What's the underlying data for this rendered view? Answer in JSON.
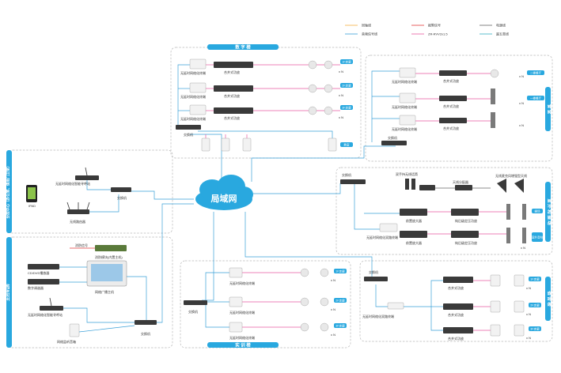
{
  "legend": {
    "items": [
      {
        "label": "同轴线",
        "color": "#f5b041"
      },
      {
        "label": "音频信号线",
        "color": "#3aa0d8"
      },
      {
        "label": "报警信号",
        "color": "#e23b3b"
      },
      {
        "label": "ZR-RVV2x1.5",
        "color": "#e85aa0"
      },
      {
        "label": "电源线",
        "color": "#666666"
      },
      {
        "label": "超五类线",
        "color": "#34b0c4"
      }
    ]
  },
  "center": {
    "label": "局域网"
  },
  "sections": {
    "digital": "数 字 楼",
    "training": "实 训 楼",
    "canteen": "食 堂",
    "outdoor": "室 外 和 操 场",
    "dorm": "宿 舍 楼",
    "control": "分控中心（办公室、值班门卫室）",
    "machine": "主控机房"
  },
  "labels": {
    "terminal": "无延时网络化终端",
    "amp": "合并式功放",
    "switch": "交换机",
    "nxn": "x N",
    "classroom": "教室",
    "floor1": "1F走廊",
    "floor2": "2F走廊",
    "floor3": "3F走廊",
    "dining1": "二楼餐厅",
    "dining2": "一楼餐厅",
    "outdoor_pa": "前置放大器",
    "mic_wireless": "双手持无线话筒",
    "antenna_div": "天线分配器",
    "wireless_antenna": "无线麦克风增强型天线",
    "net_amp_terminal": "无延时网络化双路终端",
    "pre_amp": "前置放大器",
    "pure_amp": "纯后级定压功放",
    "playground": "操场",
    "outdoor_speaker": "室外音柱",
    "paging_mic": "无延时网络化智能寻呼站",
    "router": "无线路由器",
    "ipad": "IPAD",
    "fire_signal": "消防信号",
    "fire_module": "消防模块(内置主机)",
    "cd_player": "CD/DVD播放器",
    "digital_tuner": "数字调谐器",
    "host": "网络广播主机",
    "monitor_speaker": "网络监听音箱",
    "dorm_terminal": "无延时网络化双路终端"
  }
}
